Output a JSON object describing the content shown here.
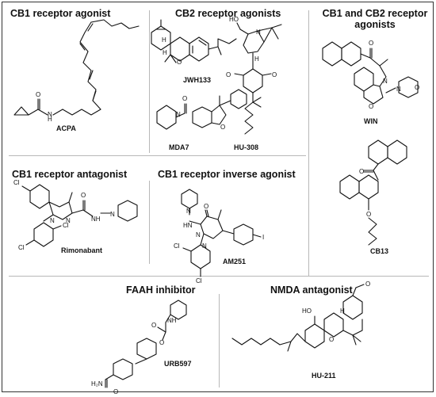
{
  "sections": {
    "cb1_agonist": "CB1 receptor agonist",
    "cb2_agonists": "CB2 receptor agonists",
    "cb1_cb2_agonists_line1": "CB1 and CB2 receptor",
    "cb1_cb2_agonists_line2": "agonists",
    "cb1_antagonist": "CB1 receptor antagonist",
    "cb1_inverse_agonist": "CB1 receptor inverse agonist",
    "faah_inhibitor": "FAAH inhibitor",
    "nmda_antagonist": "NMDA antagonist"
  },
  "compounds": {
    "acpa": "ACPA",
    "jwh133": "JWH133",
    "hu308": "HU-308",
    "mda7": "MDA7",
    "win": "WIN",
    "cb13": "CB13",
    "rimonabant": "Rimonabant",
    "am251": "AM251",
    "urb597": "URB597",
    "hu211": "HU-211"
  },
  "atoms": {
    "o": "O",
    "n": "N",
    "h": "H",
    "nh": "NH",
    "hn": "HN",
    "ho": "HO",
    "cl": "Cl",
    "i": "I",
    "h2n": "H₂N"
  }
}
